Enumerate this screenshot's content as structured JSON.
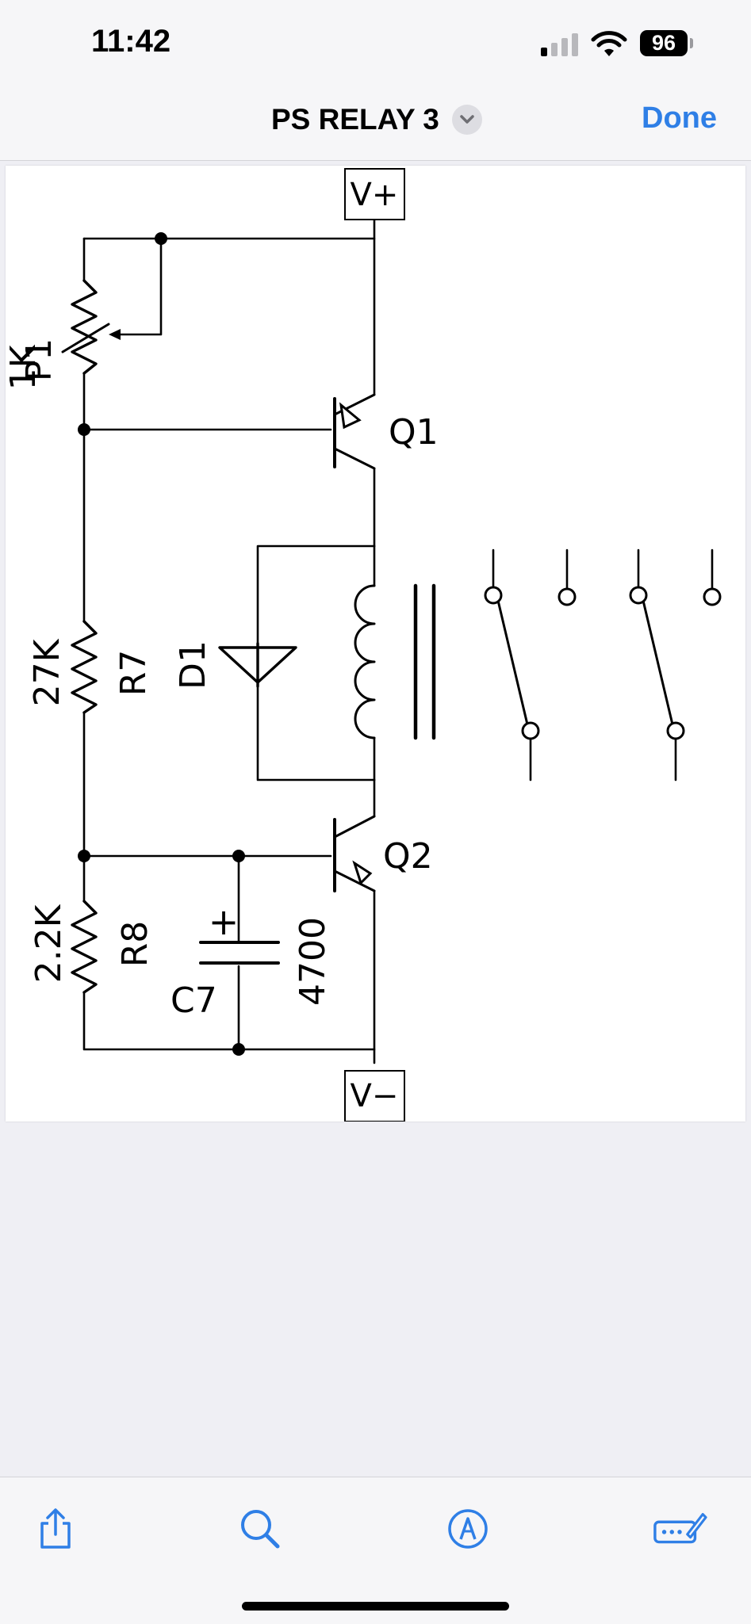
{
  "status": {
    "time": "11:42",
    "battery": "96"
  },
  "nav": {
    "title": "PS RELAY 3",
    "done_label": "Done"
  },
  "schematic": {
    "terminal_top": "V+",
    "terminal_bottom": "V−",
    "p1_name": "P1",
    "p1_value": "1K",
    "r7_name": "R7",
    "r7_value": "27K",
    "r8_name": "R8",
    "r8_value": "2.2K",
    "d1_name": "D1",
    "c7_name": "C7",
    "c7_value": "4700",
    "c7_polarity": "+",
    "q1_name": "Q1",
    "q2_name": "Q2"
  },
  "toolbar": {
    "icons": [
      "share-icon",
      "search-icon",
      "markup-icon",
      "form-fill-icon"
    ],
    "accent": "#2f7fe6"
  }
}
